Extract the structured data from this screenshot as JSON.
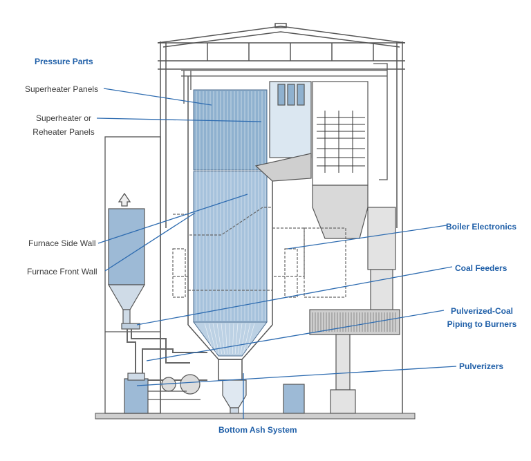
{
  "colors": {
    "accent": "#1f5fa8",
    "line": "#4d4d4d",
    "panel_fill": "#8fb1cf",
    "vessel_fill": "#9dbad6",
    "grey_fill": "#d9d9d9",
    "leader": "#2d6bb0"
  },
  "labels": {
    "pressure_parts": "Pressure Parts",
    "superheater_panels": "Superheater Panels",
    "superheater_or_reheater_1": "Superheater or",
    "superheater_or_reheater_2": "Reheater Panels",
    "furnace_side_wall": "Furnace Side Wall",
    "furnace_front_wall": "Furnace Front Wall",
    "boiler_electronics": "Boiler Electronics",
    "coal_feeders": "Coal Feeders",
    "pulverized_coal_1": "Pulverized-Coal",
    "pulverized_coal_2": "Piping to Burners",
    "pulverizers": "Pulverizers",
    "bottom_ash_system": "Bottom Ash System"
  }
}
